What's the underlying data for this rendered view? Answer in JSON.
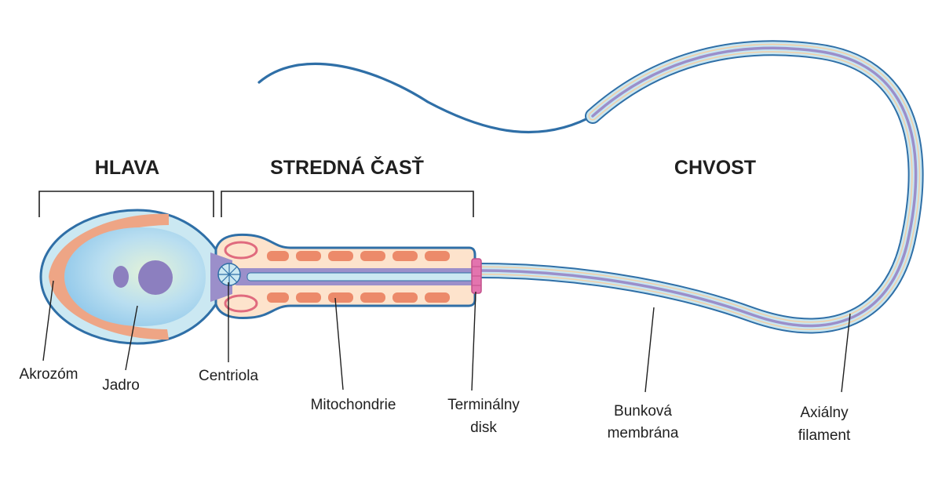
{
  "sections": {
    "head": "HLAVA",
    "midpiece": "STREDNÁ ČASŤ",
    "tail": "CHVOST"
  },
  "labels": {
    "acrosome": "Akrozóm",
    "nucleus": "Jadro",
    "centriole": "Centriola",
    "mitochondria": "Mitochondrie",
    "terminal_disc_line1": "Terminálny",
    "terminal_disc_line2": "disk",
    "cell_membrane_line1": "Bunková",
    "cell_membrane_line2": "membrána",
    "axial_filament_line1": "Axiálny",
    "axial_filament_line2": "filament"
  },
  "colors": {
    "outline": "#2f6fa7",
    "membrane_fill": "#cbe8f2",
    "acrosome": "#eea585",
    "nucleus_inner": "#a9d6ee",
    "nucleus_dots": "#8c7fbf",
    "axial_band": "#9b8fca",
    "midpiece_fill": "#fde3cc",
    "mitochondria": "#ec8a6a",
    "centriole_ring": "#e06a7e",
    "terminal_disc": "#e374ae",
    "tail_membrane": "#c8e6f1",
    "tail_stripe": "#f4cfa6"
  }
}
